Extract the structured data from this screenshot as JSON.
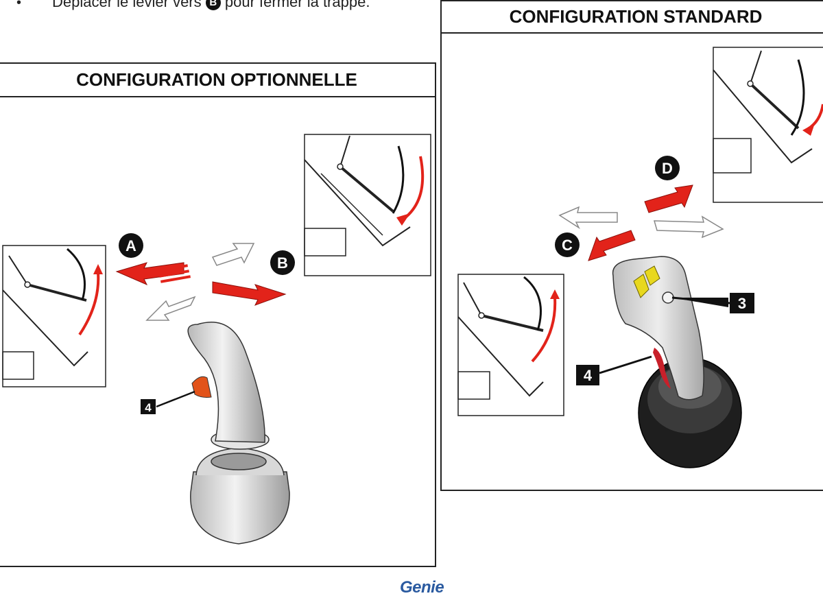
{
  "instruction": {
    "bullet": "•",
    "text_before": "Déplacer le levier vers",
    "marker": "B",
    "text_after": "pour fermer la trappe."
  },
  "panels": {
    "optional": {
      "title": "CONFIGURATION OPTIONNELLE",
      "callouts": {
        "a": "A",
        "b": "B",
        "four": "4"
      }
    },
    "standard": {
      "title": "CONFIGURATION STANDARD",
      "callouts": {
        "c": "C",
        "d": "D",
        "three": "3",
        "four": "4"
      }
    }
  },
  "footer": {
    "logo": "Genie"
  },
  "colors": {
    "arrow_red": "#e2231a",
    "outline": "#1a1a1a",
    "joystick_gray": "#d4d4d4",
    "button_yellow": "#e8d81e",
    "logo_blue": "#2a5aa0"
  }
}
